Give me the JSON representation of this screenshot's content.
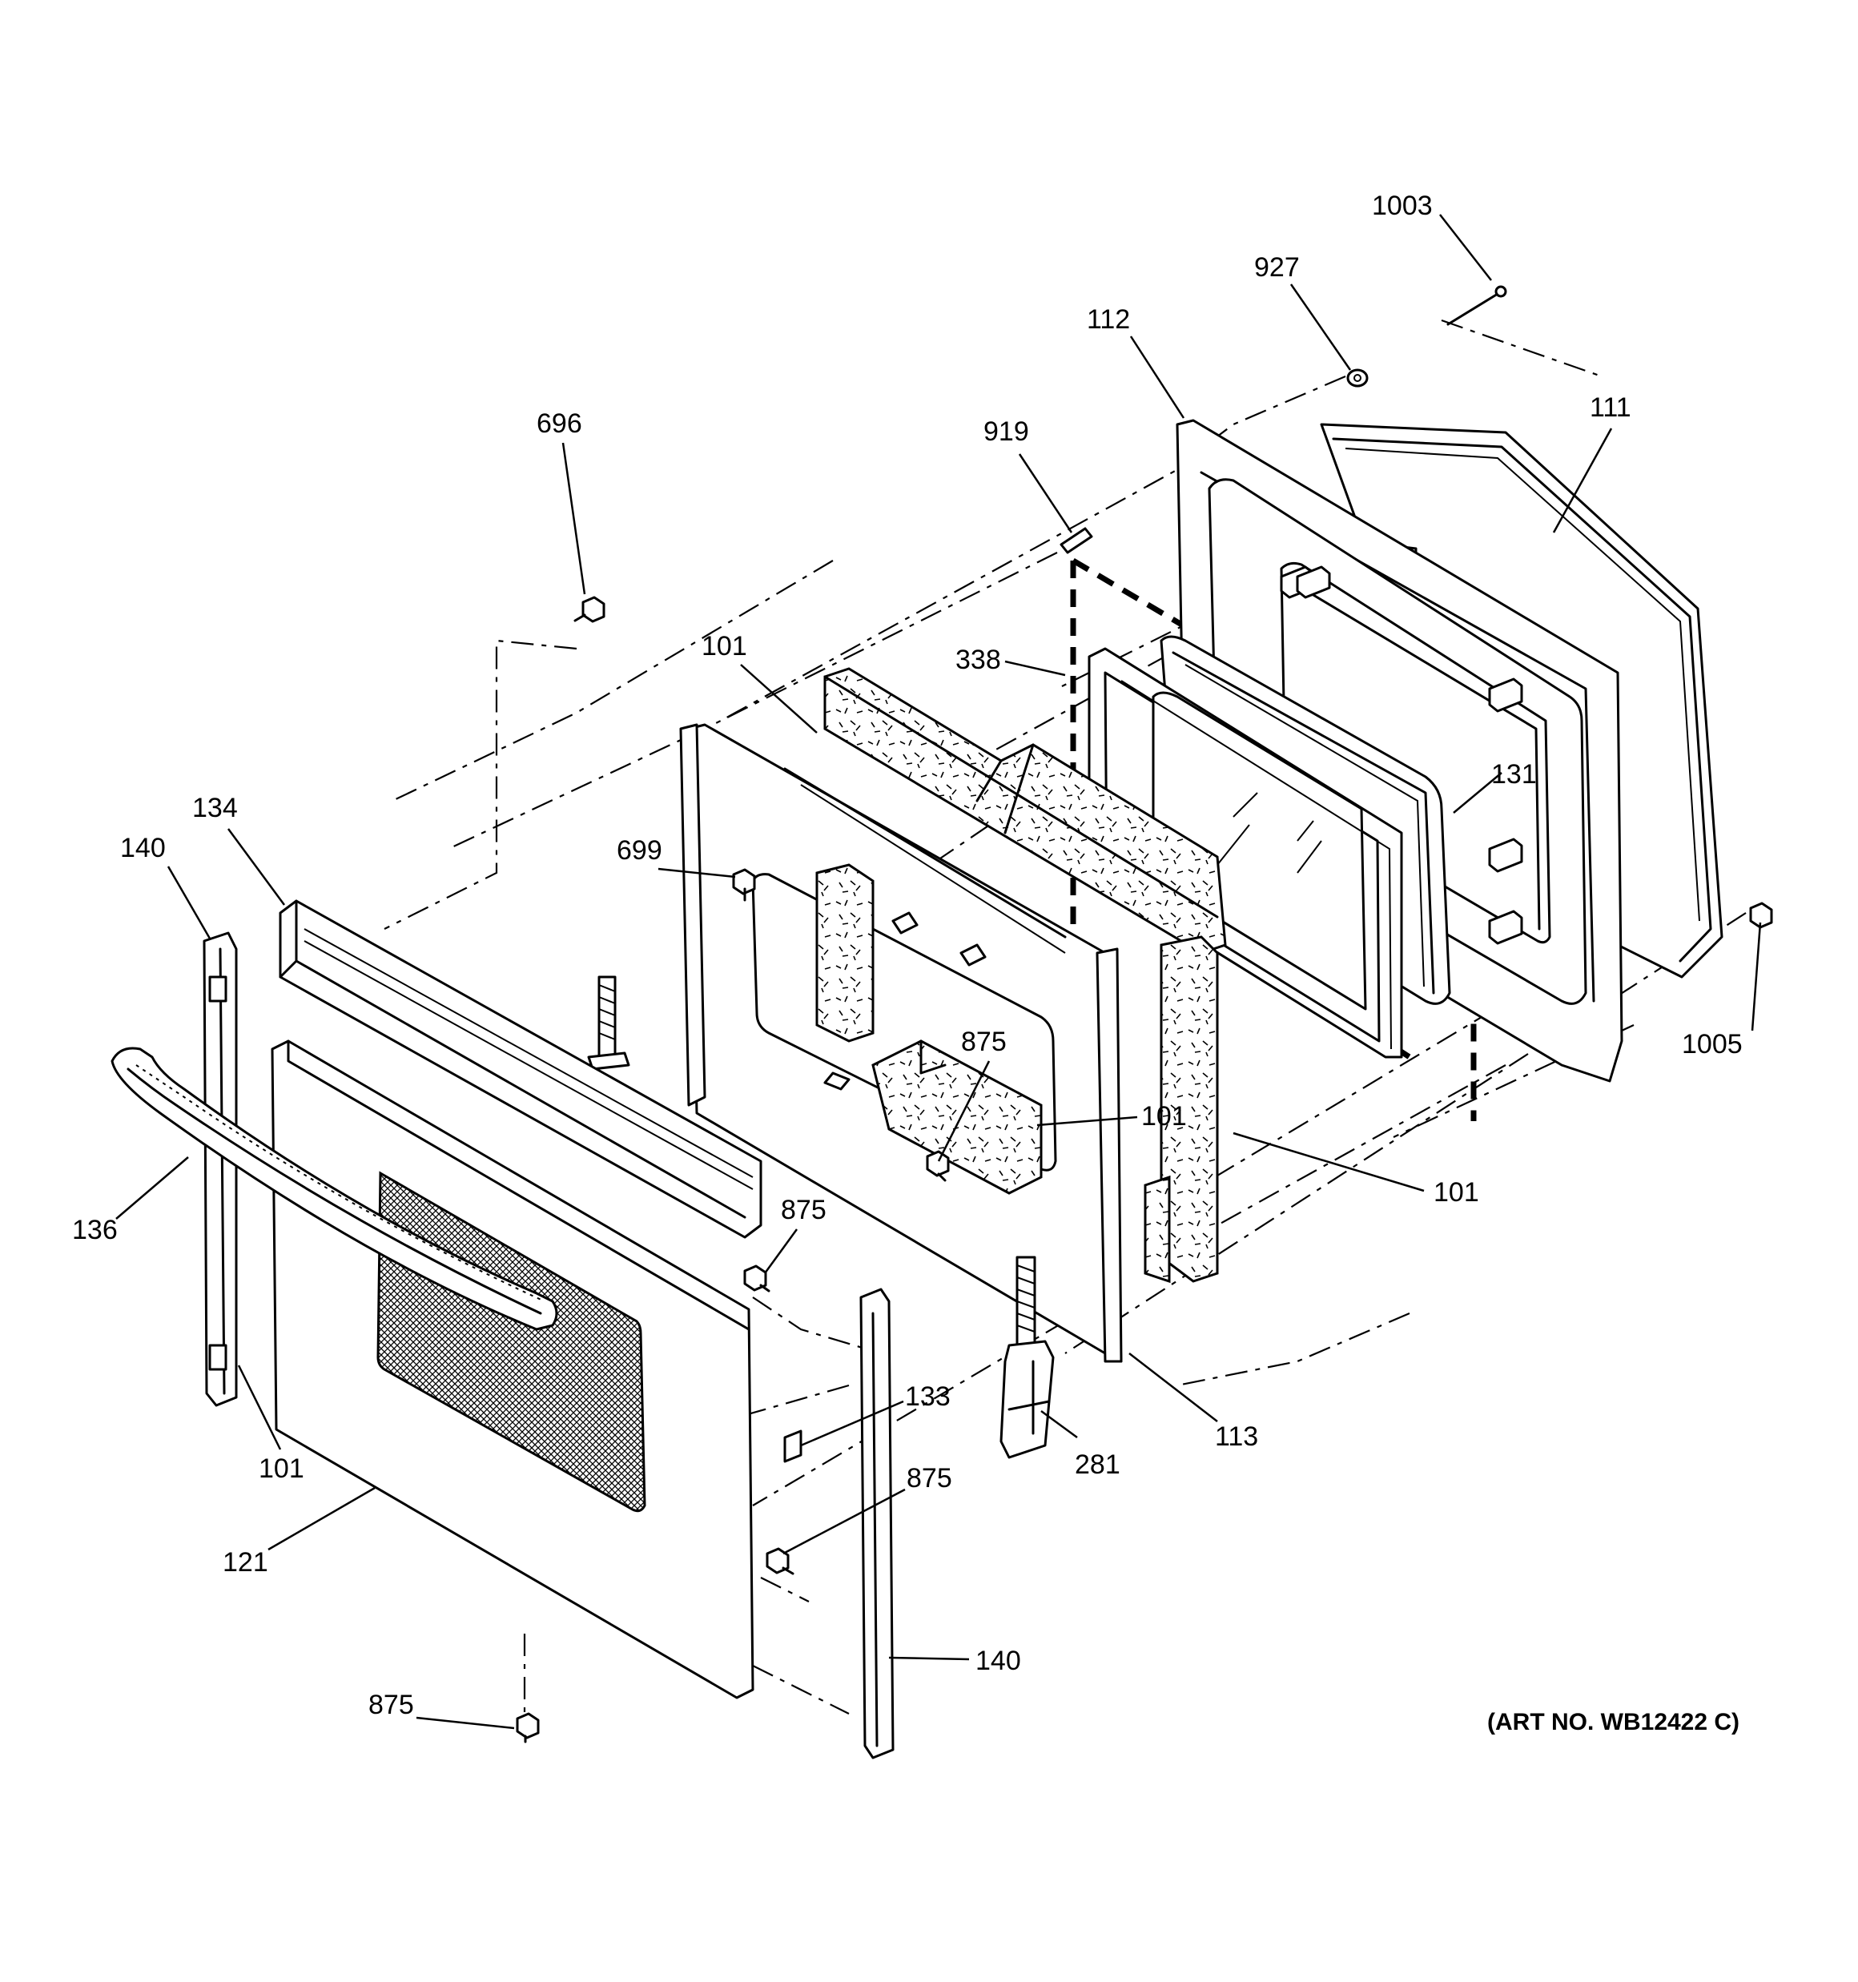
{
  "diagram": {
    "art_number": "(ART NO. WB12422 C)",
    "callouts": [
      {
        "id": "c1003",
        "text": "1003"
      },
      {
        "id": "c927",
        "text": "927"
      },
      {
        "id": "c112",
        "text": "112"
      },
      {
        "id": "c111",
        "text": "111"
      },
      {
        "id": "c696",
        "text": "696"
      },
      {
        "id": "c919",
        "text": "919"
      },
      {
        "id": "c101a",
        "text": "101"
      },
      {
        "id": "c338",
        "text": "338"
      },
      {
        "id": "c131",
        "text": "131"
      },
      {
        "id": "c134",
        "text": "134"
      },
      {
        "id": "c140a",
        "text": "140"
      },
      {
        "id": "c699",
        "text": "699"
      },
      {
        "id": "c1005",
        "text": "1005"
      },
      {
        "id": "c875a",
        "text": "875"
      },
      {
        "id": "c101b",
        "text": "101"
      },
      {
        "id": "c101c",
        "text": "101"
      },
      {
        "id": "c136",
        "text": "136"
      },
      {
        "id": "c875b",
        "text": "875"
      },
      {
        "id": "c133",
        "text": "133"
      },
      {
        "id": "c113",
        "text": "113"
      },
      {
        "id": "c101d",
        "text": "101"
      },
      {
        "id": "c281",
        "text": "281"
      },
      {
        "id": "c875c",
        "text": "875"
      },
      {
        "id": "c121",
        "text": "121"
      },
      {
        "id": "c140b",
        "text": "140"
      },
      {
        "id": "c875d",
        "text": "875"
      }
    ]
  }
}
